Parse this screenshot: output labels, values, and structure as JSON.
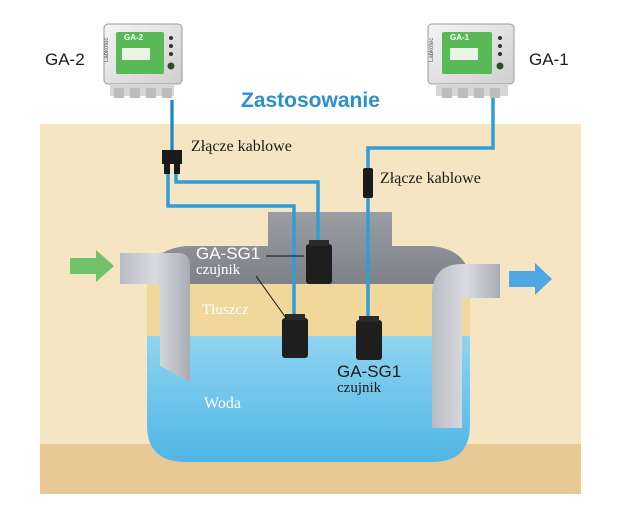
{
  "title": "Zastosowanie",
  "controllers": {
    "left": {
      "label": "GA-2",
      "screen_label": "GA-2",
      "brand": "Labkotec"
    },
    "right": {
      "label": "GA-1",
      "screen_label": "GA-1",
      "brand": "Labkotec"
    }
  },
  "cable_joint_left": "Złącze kablowe",
  "cable_joint_right": "Złącze kablowe",
  "sensor_top": {
    "name": "GA-SG1",
    "desc": "czujnik"
  },
  "sensor_bottom": {
    "name": "GA-SG1",
    "desc": "czujnik"
  },
  "layer_fat": "Tłuszcz",
  "layer_water": "Woda",
  "colors": {
    "soil": "#f6e5c3",
    "ground_base": "#e8c893",
    "fat_layer": "#f0d79b",
    "water": "#6cc6ec",
    "lid_gray": "#8c8e95",
    "cable_blue": "#2f9ed6",
    "inflow_arrow": "#6fc16a",
    "outflow_arrow": "#4ea7e0",
    "title_color": "#2b8fd0",
    "controller_green": "#5ab957"
  }
}
